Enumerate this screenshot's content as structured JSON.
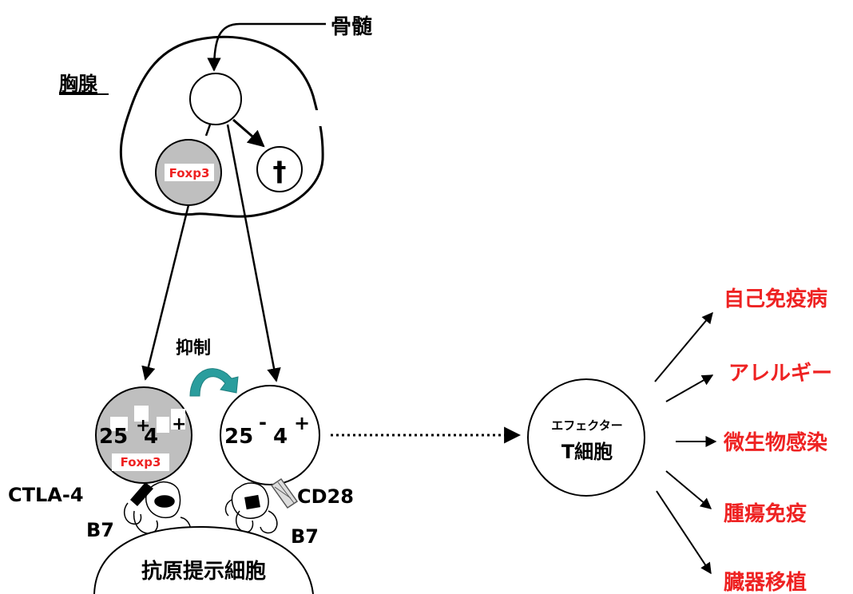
{
  "labels": {
    "bone_marrow": "骨髄",
    "thymus": "胸腺",
    "dagger": "†",
    "foxp3_thymus": "Foxp3",
    "foxp3_treg": "Foxp3",
    "suppression": "抑制",
    "treg_cd25": "25",
    "treg_cd25_sign": "+",
    "treg_cd4": "4",
    "treg_cd4_sign": "+",
    "tconv_cd25": "25",
    "tconv_cd25_sign": "-",
    "tconv_cd4": "4",
    "tconv_cd4_sign": "+",
    "ctla4": "CTLA-4",
    "cd28": "CD28",
    "b7_left": "B7",
    "b7_right": "B7",
    "apc": "抗原提示細胞",
    "effector_line1": "エフェクター",
    "effector_line2": "T細胞"
  },
  "outcomes": [
    "自己免疫病",
    "アレルギー",
    "微生物感染",
    "腫瘍免疫",
    "臓器移植"
  ],
  "colors": {
    "outcome_text": "#ee2222",
    "foxp3_text": "#ee2222",
    "treg_fill": "#bfbfbf",
    "suppression_arrow": "#2a9d9d",
    "line": "#000000"
  }
}
